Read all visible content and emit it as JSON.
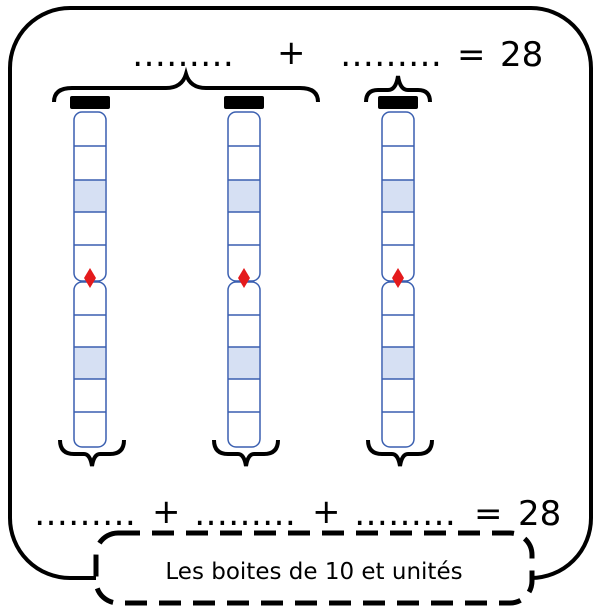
{
  "top_equation": {
    "blank_1": "………",
    "plus": "+",
    "blank_2": "………",
    "equals": "=",
    "total": "28"
  },
  "bottom_equation": {
    "blank_1": "………",
    "plus_1": "+",
    "blank_2": "………",
    "plus_2": "+",
    "blank_3": "………",
    "equals": "=",
    "total": "28"
  },
  "label": {
    "text": "Les boites de 10 et unités"
  },
  "boxes": [
    {
      "cells": 10,
      "shaded_cells": [
        3,
        8
      ],
      "marker": "red-diamond"
    },
    {
      "cells": 10,
      "shaded_cells": [
        3,
        8
      ],
      "marker": "red-diamond"
    },
    {
      "cells": 10,
      "shaded_cells": [
        3,
        8
      ],
      "marker": "red-diamond"
    }
  ],
  "colors": {
    "cell_border": "#3a5fb0",
    "cell_shade": "#d6e0f3",
    "marker": "#e41a1c",
    "cap": "#000000"
  }
}
